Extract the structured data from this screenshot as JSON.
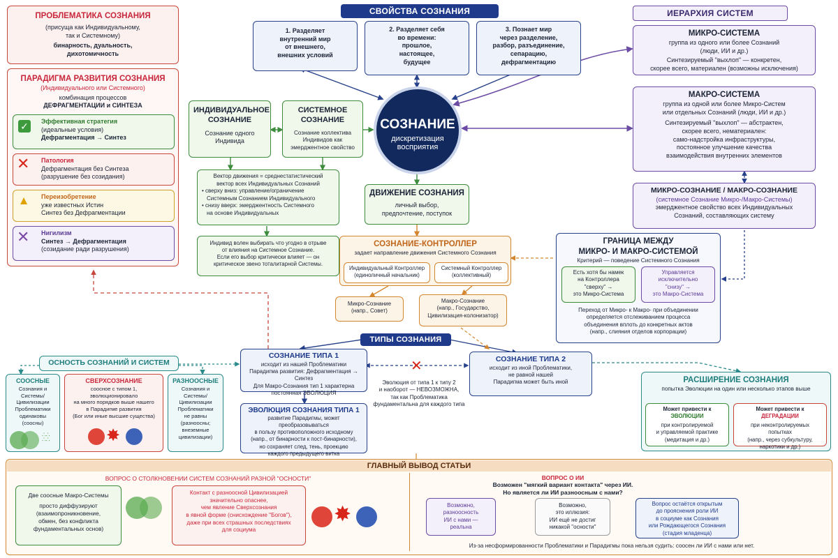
{
  "problematics": {
    "title": "ПРОБЛЕМАТИКА СОЗНАНИЯ",
    "line1": "(присуща как Индивидуальному,",
    "line2": "так и Системному)",
    "line3": "бинарность, дуальность,",
    "line4": "дихотомичность"
  },
  "paradigm": {
    "title": "ПАРАДИГМА РАЗВИТИЯ СОЗНАНИЯ",
    "subtitle": "(Индивидуального или Системного)",
    "line1": "комбинация процессов",
    "line2": "ДЕФРАГМЕНТАЦИИ и СИНТЕЗА",
    "strategies": [
      {
        "title": "Эффективная стратегия",
        "line1": "(идеальные условия)",
        "line2": "Дефрагментация → Синтез"
      },
      {
        "title": "Патология",
        "line1": "Дефрагментация без Синтеза",
        "line2": "(разрушение без созидания)"
      },
      {
        "title": "Переизобретение",
        "line1": "уже известных Истин",
        "line2": "Синтез без Дефрагментации"
      },
      {
        "title": "Нигилизм",
        "line1": "Синтез  →  Дефрагментация",
        "line2": "(созидание ради разрушения)"
      }
    ]
  },
  "properties": {
    "title": "СВОЙСТВА СОЗНАНИЯ",
    "items": [
      {
        "l1": "1. Разделяет",
        "l2": "внутренний мир",
        "l3": "от внешнего,",
        "l4": "внешних условий"
      },
      {
        "l1": "2. Разделяет себя",
        "l2": "во времени:",
        "l3": "прошлое,",
        "l4": "настоящее,",
        "l5": "будущее"
      },
      {
        "l1": "3. Познает мир",
        "l2": "через разделение,",
        "l3": "разбор, разъединение,",
        "l4": "сепарацию,",
        "l5": "дефрагментацию"
      }
    ]
  },
  "center": {
    "title": "СОЗНАНИЕ",
    "l1": "дискретизация",
    "l2": "восприятия"
  },
  "individual": {
    "title1": "ИНДИВИДУАЛЬНОЕ",
    "title2": "СОЗНАНИЕ",
    "l1": "Сознание одного",
    "l2": "Индивида"
  },
  "systemic": {
    "title1": "СИСТЕМНОЕ",
    "title2": "СОЗНАНИЕ",
    "l1": "Сознание коллектива",
    "l2": "Индивидов как",
    "l3": "эмерджентное свойство"
  },
  "vector": {
    "l1": "Вектор движения = среднестатистический",
    "l2": "вектор всех Индивидуальных Сознаний",
    "b1a": "• сверху вниз: управление/ограничение",
    "b1b": "Системным Сознанием Индивидуального",
    "b2a": "• снизу вверх: эмерджентность Системного",
    "b2b": "на основе Индивидуальных"
  },
  "freedom": {
    "l1": "Индивид волен выбирать что угодно в отрыве",
    "l2": "от влияния на Системное Сознание.",
    "l3": "Если его выбор критически влияет — он",
    "l4": "критическое звено тоталитарной Системы."
  },
  "movement": {
    "title": "ДВИЖЕНИЕ СОЗНАНИЯ",
    "l1": "личный выбор,",
    "l2": "предпочтение, поступок"
  },
  "controller": {
    "title": "СОЗНАНИЕ-КОНТРОЛЛЕР",
    "subtitle": "задает направление движения Системного Сознания",
    "ind_l1": "Индивидуальный Контроллер",
    "ind_l2": "(единоличный начальник)",
    "sys_l1": "Системный Контроллер",
    "sys_l2": "(коллективный)",
    "micro_l1": "Микро-Сознание",
    "micro_l2": "(напр., Совет)",
    "macro_l1": "Макро-Сознание",
    "macro_l2": "(напр., Государство,",
    "macro_l3": "Цивилизация-колонизатор)"
  },
  "hierarchy": {
    "title": "ИЕРАРХИЯ СИСТЕМ"
  },
  "micro_system": {
    "title": "МИКРО-СИСТЕМА",
    "l1": "группа из одного или более Сознаний",
    "l2": "(люди, ИИ и др.)",
    "l3": "Синтезируемый \"выхлоп\" — конкретен,",
    "l4": "скорее всего, материален (возможны исключения)"
  },
  "macro_system": {
    "title": "МАКРО-СИСТЕМА",
    "l1": "группа из одной или более Микро-Систем",
    "l2": "или отдельных Сознаний (люди, ИИ и др.)",
    "l3": "Синтезируемый \"выхлоп\" — абстрактен,",
    "l4": "скорее всего, нематериален:",
    "l5": "само-надстройка инфраструктуры,",
    "l6": "постоянное улучшение качества",
    "l7": "взаимодействия внутренних элементов"
  },
  "micro_macro": {
    "title": "МИКРО-СОЗНАНИЕ / МАКРО-СОЗНАНИЕ",
    "subtitle": "(системное Сознание Микро-/Макро-Системы)",
    "l1": "эмерджентное свойство всех Индивидуальных",
    "l2": "Сознаний, составляющих систему"
  },
  "border": {
    "title1": "ГРАНИЦА МЕЖДУ",
    "title2": "МИКРО- И МАКРО-СИСТЕМОЙ",
    "subtitle": "Критерий — поведение Системного Сознания",
    "g1": "Есть хотя бы намек",
    "g2": "на Контроллера",
    "g3": "\"сверху\" →",
    "g4": "это Микро-Система",
    "p1": "Управляется",
    "p2": "исключительно",
    "p3": "\"снизу\" →",
    "p4": "это Макро-Система",
    "l1": "Переход от Микро- к Макро- при объединении",
    "l2": "определяется отслеживанием процесса",
    "l3": "объединения вплоть до конкретных актов",
    "l4": "(напр., слияния отделов корпорации)"
  },
  "types": {
    "title": "ТИПЫ СОЗНАНИЯ"
  },
  "type1": {
    "title": "СОЗНАНИЕ ТИПА 1",
    "l1": "исходит из нашей Проблематики",
    "l2": "Парадигма развития: Дефрагментация → Синтез",
    "l3": "Для Макро-Сознания тип 1 характерна",
    "l4": "постоянная ЭВОЛЮЦИЯ"
  },
  "type2": {
    "title": "СОЗНАНИЕ ТИПА 2",
    "l1": "исходит из иной Проблематики,",
    "l2": "не равной нашей",
    "l3": "Парадигма может быть иной"
  },
  "evolution_note": {
    "l1": "Эволюция от типа 1 к типу 2",
    "l2": "и наоборот — НЕВОЗМОЖНА,",
    "l3": "так как Проблематика",
    "l4": "фундаментальна для каждого типа"
  },
  "evolution1": {
    "title": "ЭВОЛЮЦИЯ СОЗНАНИЯ ТИПА 1",
    "l1": "развитие Парадигмы, может преобразовываться",
    "l2": "в пользу противоположного исходному",
    "l3": "(напр., от бинарности к пост-бинарности),",
    "l4": "но сохраняет след, тень, проекцию",
    "l5": "каждого предыдущего витка"
  },
  "axis": {
    "title": "ОСНОСТЬ СОЗНАНИЙ И СИСТЕМ",
    "coaxial": {
      "title": "СООСНЫЕ",
      "l1": "Сознания и Системы/",
      "l2": "Цивилизации",
      "l3": "Проблематики",
      "l4": "одинаковы",
      "l5": "(соосны)"
    },
    "super": {
      "title": "СВЕРХСОЗНАНИЕ",
      "l1": "соосное с типом 1, эволюционировало",
      "l2": "на много порядков выше нашего",
      "l3": "в Парадигме развития",
      "l4": "(Бог или иные высшие существа)"
    },
    "different": {
      "title": "РАЗНООСНЫЕ",
      "l1": "Сознания и Системы/",
      "l2": "Цивилизации",
      "l3": "Проблематики",
      "l4": "не равны",
      "l5": "(разноосны;",
      "l6": "внеземные цивилизации)"
    }
  },
  "expansion": {
    "title": "РАСШИРЕНИЕ СОЗНАНИЯ",
    "subtitle": "попытка Эволюции на один или несколько этапов выше",
    "g_title_a": "Может привести к ",
    "g_title_b": "ЭВОЛЮЦИИ",
    "g1": "при контролируемой",
    "g2": "и управляемой практике",
    "g3": "(медитация и др.)",
    "r_title_a": "Может привести к ",
    "r_title_b": "ДЕГРАДАЦИИ",
    "r1": "при неконтролируемых попытках",
    "r2": "(напр., через субкультуру,",
    "r3": "наркотики и др.)"
  },
  "conclusion": {
    "title": "ГЛАВНЫЙ ВЫВОД СТАТЬИ",
    "collision_title": "ВОПРОС О СТОЛКНОВЕНИИ СИСТЕМ СОЗНАНИЙ РАЗНОЙ \"ОСНОСТИ\"",
    "coax_l1": "Две соосные Макро-Системы",
    "coax_l2": "просто диффузируют",
    "coax_l3": "(взаимопроникновение,",
    "coax_l4": "обмен, без конфликта",
    "coax_l5": "фундаментальных основ)",
    "diff_l1": "Контакт с разноосной Цивилизацией",
    "diff_l2": "значительно опаснее,",
    "diff_l3": "чем явление Сверхсознания",
    "diff_l4": "в явной форме (снисхождение \"Богов\"),",
    "diff_l5": "даже при всех страшных последствиях",
    "diff_l6": "для социума",
    "ai_title": "ВОПРОС О ИИ",
    "ai_l1": "Возможен \"мягкий вариант контакта\" через ИИ.",
    "ai_l2": "Но является ли ИИ разноосным с нами?",
    "opt1_l1": "Возможно,",
    "opt1_l2": "разноосность",
    "opt1_l3": "ИИ с нами —",
    "opt1_l4": "реальна",
    "opt2_l1": "Возможно,",
    "opt2_l2": "это иллюзия:",
    "opt2_l3": "ИИ ещё не достиг",
    "opt2_l4": "никакой \"осности\"",
    "opt3_l1": "Вопрос остаётся открытым",
    "opt3_l2": "до прояснения роли ИИ",
    "opt3_l3": "в социуме как Сознания",
    "opt3_l4": "или Рождающегося Сознания",
    "opt3_l5": "(стадия младенца)",
    "footer": "Из-за несформированности Проблематики и Парадигмы пока нельзя судить: соосен ли ИИ с нами или нет."
  },
  "icons": {
    "check": "check-icon",
    "cross": "cross-icon",
    "warning": "warning-icon",
    "purple_cross": "x-icon"
  },
  "colors": {
    "navy": "#1f3a8a",
    "red": "#c8263b",
    "green": "#3d8b3d",
    "purple": "#6b4ba3",
    "orange": "#d4862f",
    "teal": "#2a8a8a"
  }
}
